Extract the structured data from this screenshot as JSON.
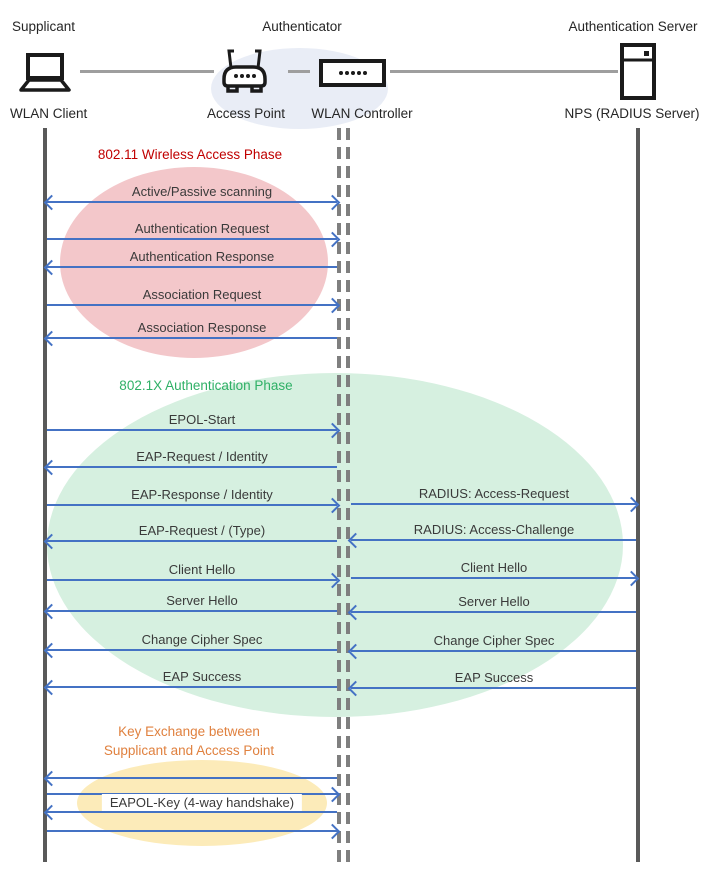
{
  "actors": {
    "supplicant": {
      "role": "Supplicant",
      "device": "WLAN Client",
      "icon": "laptop-icon"
    },
    "authenticator": {
      "role": "Authenticator",
      "ap": {
        "device": "Access Point",
        "icon": "access-point-icon"
      },
      "controller": {
        "device": "WLAN Controller",
        "icon": "wlan-controller-icon"
      }
    },
    "server": {
      "role": "Authentication Server",
      "device": "NPS (RADIUS Server)",
      "icon": "server-icon"
    }
  },
  "phases": [
    {
      "title": "802.11 Wireless Access Phase",
      "title_color": "#C00000",
      "ellipse_color": "#F3C7CA",
      "messages": [
        {
          "label": "Active/Passive scanning",
          "direction": "both"
        },
        {
          "label": "Authentication Request",
          "direction": "right"
        },
        {
          "label": "Authentication Response",
          "direction": "left"
        },
        {
          "label": "Association Request",
          "direction": "right"
        },
        {
          "label": "Association Response",
          "direction": "left"
        }
      ]
    },
    {
      "title": "802.1X Authentication Phase",
      "title_color": "#2FB066",
      "ellipse_color": "#D6F0E0",
      "client_segment": [
        {
          "label": "EPOL-Start",
          "direction": "right"
        },
        {
          "label": "EAP-Request / Identity",
          "direction": "left"
        },
        {
          "label": "EAP-Response / Identity",
          "direction": "right"
        },
        {
          "label": "EAP-Request / (Type)",
          "direction": "left"
        },
        {
          "label": "Client Hello",
          "direction": "right"
        },
        {
          "label": "Server Hello",
          "direction": "left"
        },
        {
          "label": "Change Cipher Spec",
          "direction": "left"
        },
        {
          "label": "EAP Success",
          "direction": "left"
        }
      ],
      "server_segment": [
        {
          "label": "RADIUS: Access-Request",
          "direction": "right"
        },
        {
          "label": "RADIUS: Access-Challenge",
          "direction": "left"
        },
        {
          "label": "Client Hello",
          "direction": "right"
        },
        {
          "label": "Server Hello",
          "direction": "left"
        },
        {
          "label": "Change Cipher Spec",
          "direction": "left"
        },
        {
          "label": "EAP Success",
          "direction": "left"
        }
      ]
    },
    {
      "title_line1": "Key Exchange between",
      "title_line2": "Supplicant and Access Point",
      "title_color": "#E0813F",
      "ellipse_color": "#FCEBB9",
      "label": "EAPOL-Key (4-way handshake)",
      "arrows": [
        {
          "direction": "left"
        },
        {
          "direction": "right"
        },
        {
          "direction": "left"
        },
        {
          "direction": "right"
        }
      ]
    }
  ],
  "colors": {
    "arrow": "#4472C4",
    "lifeline_solid": "#595959",
    "lifeline_dashed": "#7F7F7F",
    "top_connector": "#9E9E9E",
    "authenticator_halo": "#E9EDF6"
  }
}
